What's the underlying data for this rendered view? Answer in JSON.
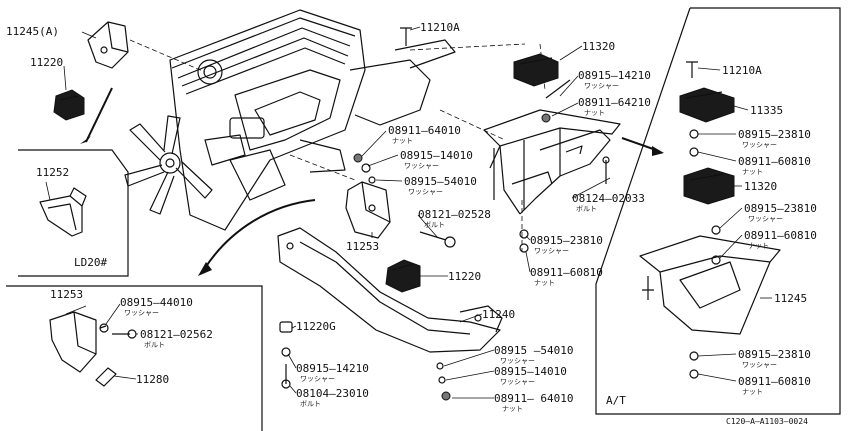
{
  "labels": {
    "p11245A": "11245(A)",
    "p11220_left": "11220",
    "p11252": "11252",
    "ld20": "LD20#",
    "p11210A_top": "11210A",
    "p11320_top": "11320",
    "p08915_14210_top": "08915–14210",
    "p08911_64210": "08911–64210",
    "p08911_64010_top": "08911–64010",
    "p08915_14010_top": "08915–14010",
    "p08915_54010_top": "08915–54010",
    "p08124_02033": "08124–02033",
    "p11253_mid": "11253",
    "p08121_02528": "08121–02528",
    "p08915_23810_mid": "08915–23810",
    "p08911_60810_mid": "08911–60810",
    "p11220_mid": "11220",
    "p11240": "11240",
    "p11220G": "11220G",
    "p08915_14210_bot": "08915–14210",
    "p08104_23010": "08104–23010",
    "p08915_54010_bot": "08915 –54010",
    "p08915_14010_bot": "08915–14010",
    "p08911_64010_bot": "08911– 64010",
    "p11253_left": "11253",
    "p08915_44010": "08915–44010",
    "p08121_02562": "08121–02562",
    "p11280": "11280",
    "p11210A_right": "11210A",
    "p11335": "11335",
    "p08915_23810_r1": "08915–23810",
    "p08911_60810_r1": "08911–60810",
    "p11320_right": "11320",
    "p08915_23810_r2": "08915–23810",
    "p08911_60810_r2": "08911–60810",
    "p11245_right": "11245",
    "p08915_23810_r3": "08915–23810",
    "p08911_60810_r3": "08911–60810",
    "at": "A/T",
    "ref_code": "C120–A–A1103–0024"
  },
  "sublabels": {
    "washer": "ワッシャー",
    "nut": "ナット",
    "bolt": "ボルト"
  }
}
